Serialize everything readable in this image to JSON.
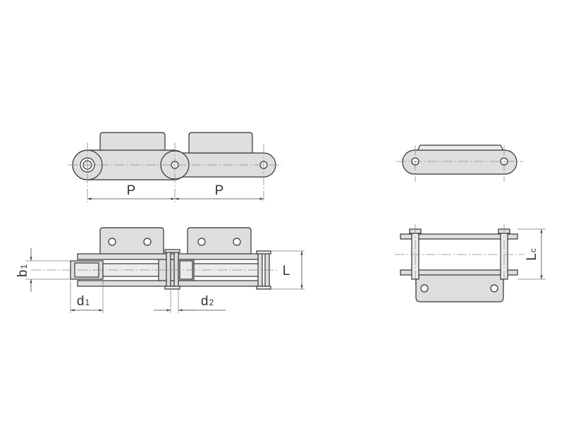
{
  "labels": {
    "pitch_left": "P",
    "pitch_right": "P",
    "b1_main": "b",
    "b1_sub": "1",
    "d1_main": "d",
    "d1_sub": "1",
    "d2_main": "d",
    "d2_sub": "2",
    "link_length": "L",
    "lc_main": "L",
    "lc_sub": "c"
  },
  "colors": {
    "part_fill": "#dedede",
    "line": "#333333",
    "background": "#ffffff"
  }
}
